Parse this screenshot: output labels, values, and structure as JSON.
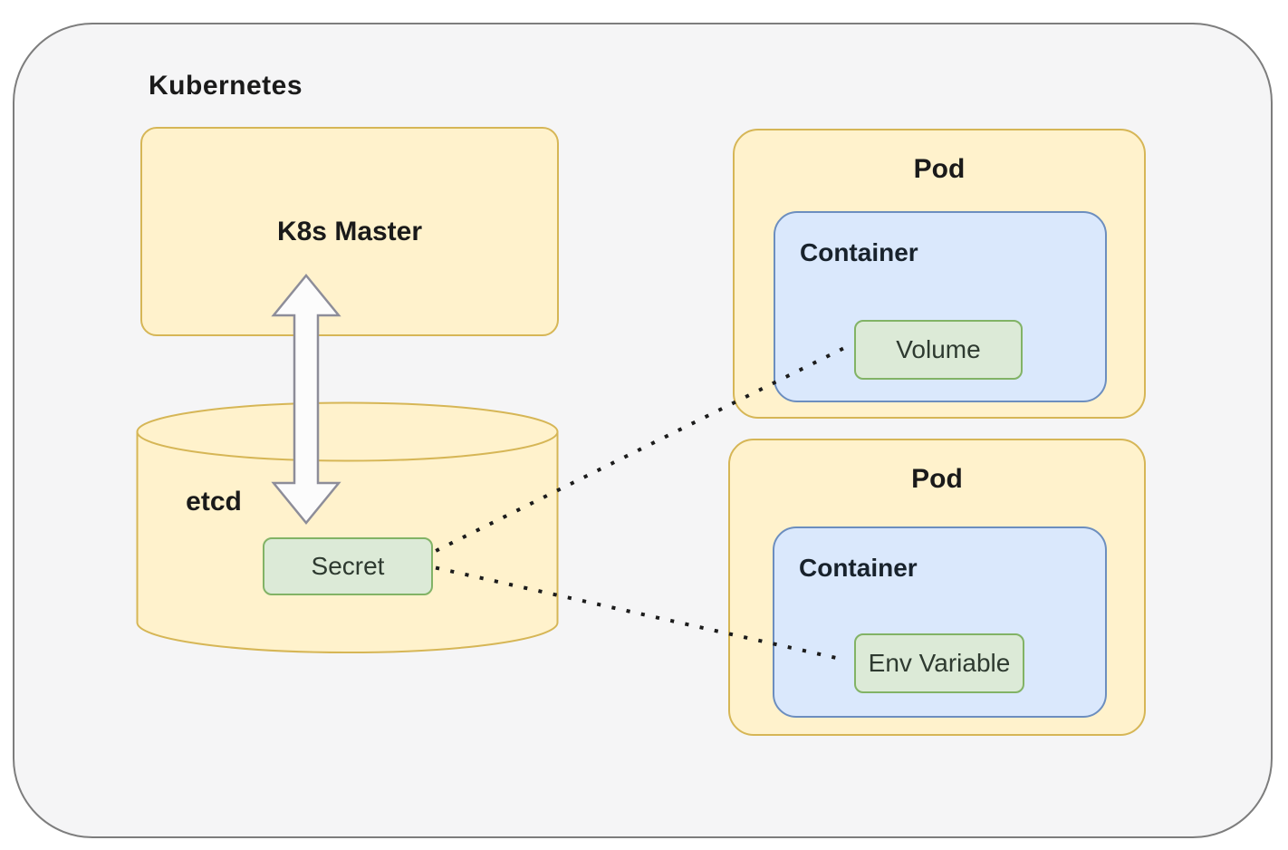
{
  "theme": {
    "canvas-bg": "#ffffff",
    "boundary-fill": "#f5f5f6",
    "boundary-stroke": "#7d7d7d",
    "yellow-fill": "#fff2cc",
    "yellow-stroke": "#d6b656",
    "blue-fill": "#dae8fc",
    "blue-stroke": "#6c8ebf",
    "green-fill": "#dcead7",
    "green-stroke": "#82b366",
    "arrow-fill": "#fcfcfc",
    "arrow-stroke": "#8d8d99",
    "connector-color": "#1c1c1c",
    "text-color": "#1a1a1a"
  },
  "diagram": {
    "title": "Kubernetes",
    "k8s_master": {
      "label": "K8s Master"
    },
    "etcd": {
      "label": "etcd",
      "secret": {
        "label": "Secret"
      }
    },
    "pods": [
      {
        "label": "Pod",
        "container": {
          "label": "Container",
          "resource": {
            "label": "Volume"
          }
        }
      },
      {
        "label": "Pod",
        "container": {
          "label": "Container",
          "resource": {
            "label": "Env Variable"
          }
        }
      }
    ],
    "connections": [
      {
        "from": "K8s Master",
        "to": "etcd",
        "style": "double-headed-arrow"
      },
      {
        "from": "Secret",
        "to": "Volume",
        "style": "dotted"
      },
      {
        "from": "Secret",
        "to": "Env Variable",
        "style": "dotted"
      }
    ]
  }
}
